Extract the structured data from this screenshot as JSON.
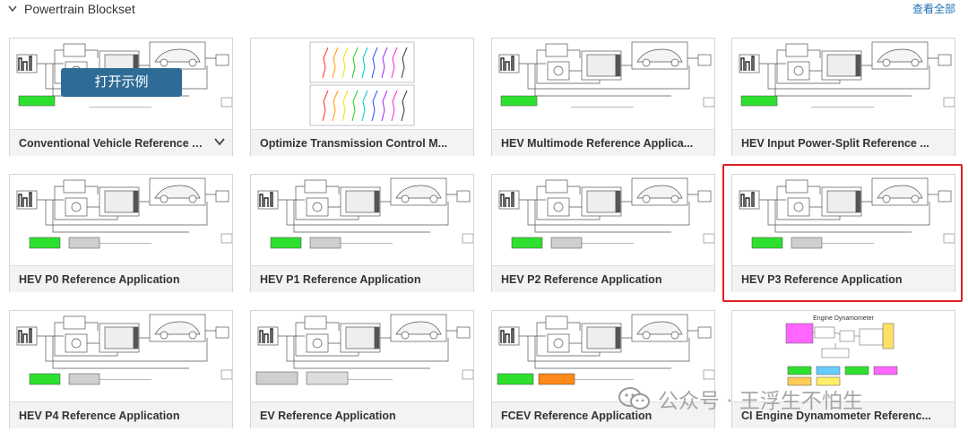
{
  "header": {
    "title": "Powertrain Blockset",
    "view_all": "查看全部"
  },
  "open_button_label": "打开示例",
  "cards": [
    {
      "title": "Conventional Vehicle Reference A...",
      "thumb": "vehicle"
    },
    {
      "title": "Optimize Transmission Control M...",
      "thumb": "plots"
    },
    {
      "title": "HEV Multimode Reference Applica...",
      "thumb": "vehicle"
    },
    {
      "title": "HEV Input Power-Split Reference ...",
      "thumb": "vehicle"
    },
    {
      "title": "HEV P0 Reference Application",
      "thumb": "vehicle"
    },
    {
      "title": "HEV P1 Reference Application",
      "thumb": "vehicle"
    },
    {
      "title": "HEV P2 Reference Application",
      "thumb": "vehicle"
    },
    {
      "title": "HEV P3 Reference Application",
      "thumb": "vehicle",
      "highlighted": true
    },
    {
      "title": "HEV P4 Reference Application",
      "thumb": "vehicle"
    },
    {
      "title": "EV Reference Application",
      "thumb": "vehicle"
    },
    {
      "title": "FCEV Reference Application",
      "thumb": "vehicle"
    },
    {
      "title": "CI Engine Dynamometer Referenc...",
      "thumb": "dyno"
    }
  ],
  "dyno_thumb_title": "Engine Dynamometer",
  "watermark": "公众号 · 王浮生不怕生",
  "colors": {
    "link": "#1f6fb5",
    "open_button": "#2f6b97",
    "highlight_border": "#e02020",
    "green_block": "#2ee02e",
    "gray_block": "#cfcfcf",
    "orange_block": "#ff8a1a"
  }
}
